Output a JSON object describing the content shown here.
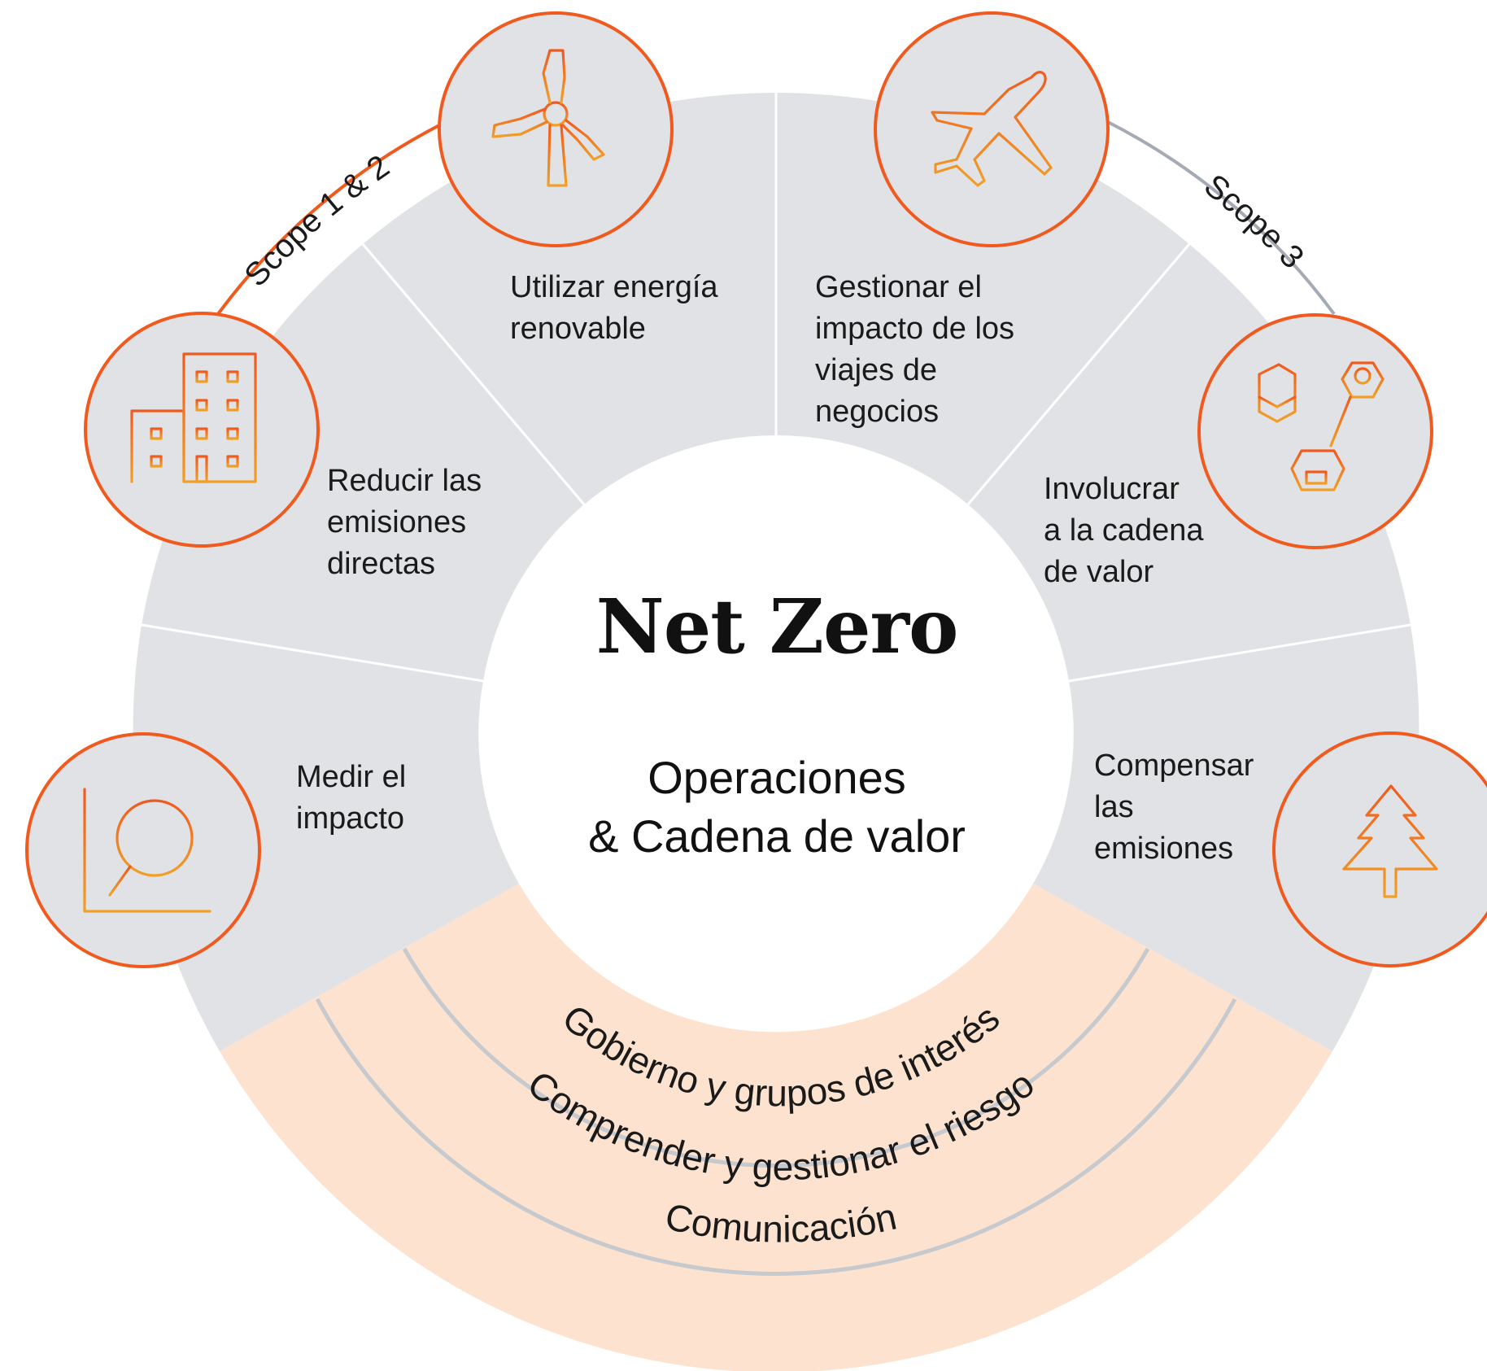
{
  "center": {
    "title": "Net Zero",
    "subtitle_line1": "Operaciones",
    "subtitle_line2": "& Cadena de valor"
  },
  "scopes": {
    "left": "Scope 1 & 2",
    "right": "Scope 3"
  },
  "segments": [
    {
      "id": "medir",
      "lines": [
        "Medir el",
        "impacto"
      ],
      "icon": "chart-magnifier-icon"
    },
    {
      "id": "reducir",
      "lines": [
        "Reducir las",
        "emisiones",
        "directas"
      ],
      "icon": "building-icon"
    },
    {
      "id": "utilizar",
      "lines": [
        "Utilizar energía",
        "renovable"
      ],
      "icon": "wind-turbine-icon"
    },
    {
      "id": "gestionar",
      "lines": [
        "Gestionar el",
        "impacto de los",
        "viajes de",
        "negocios"
      ],
      "icon": "airplane-icon"
    },
    {
      "id": "involucrar",
      "lines": [
        "Involucrar",
        "a la cadena",
        "de valor"
      ],
      "icon": "supply-chain-network-icon"
    },
    {
      "id": "compensar",
      "lines": [
        "Compensar",
        "las",
        "emisiones"
      ],
      "icon": "pine-tree-icon"
    }
  ],
  "foundation": {
    "band1": "Gobierno y grupos de interés",
    "band2": "Comprender y gestionar el riesgo",
    "band3": "Comunicación"
  },
  "colors": {
    "segment_fill": "#e0e2e5",
    "foundation_fill": "#fde3cf",
    "accent_orange": "#f05a1f",
    "icon_orange": "#e8801a",
    "scope3_arc": "#a5abb6",
    "band_divider": "#c6c9ce"
  }
}
